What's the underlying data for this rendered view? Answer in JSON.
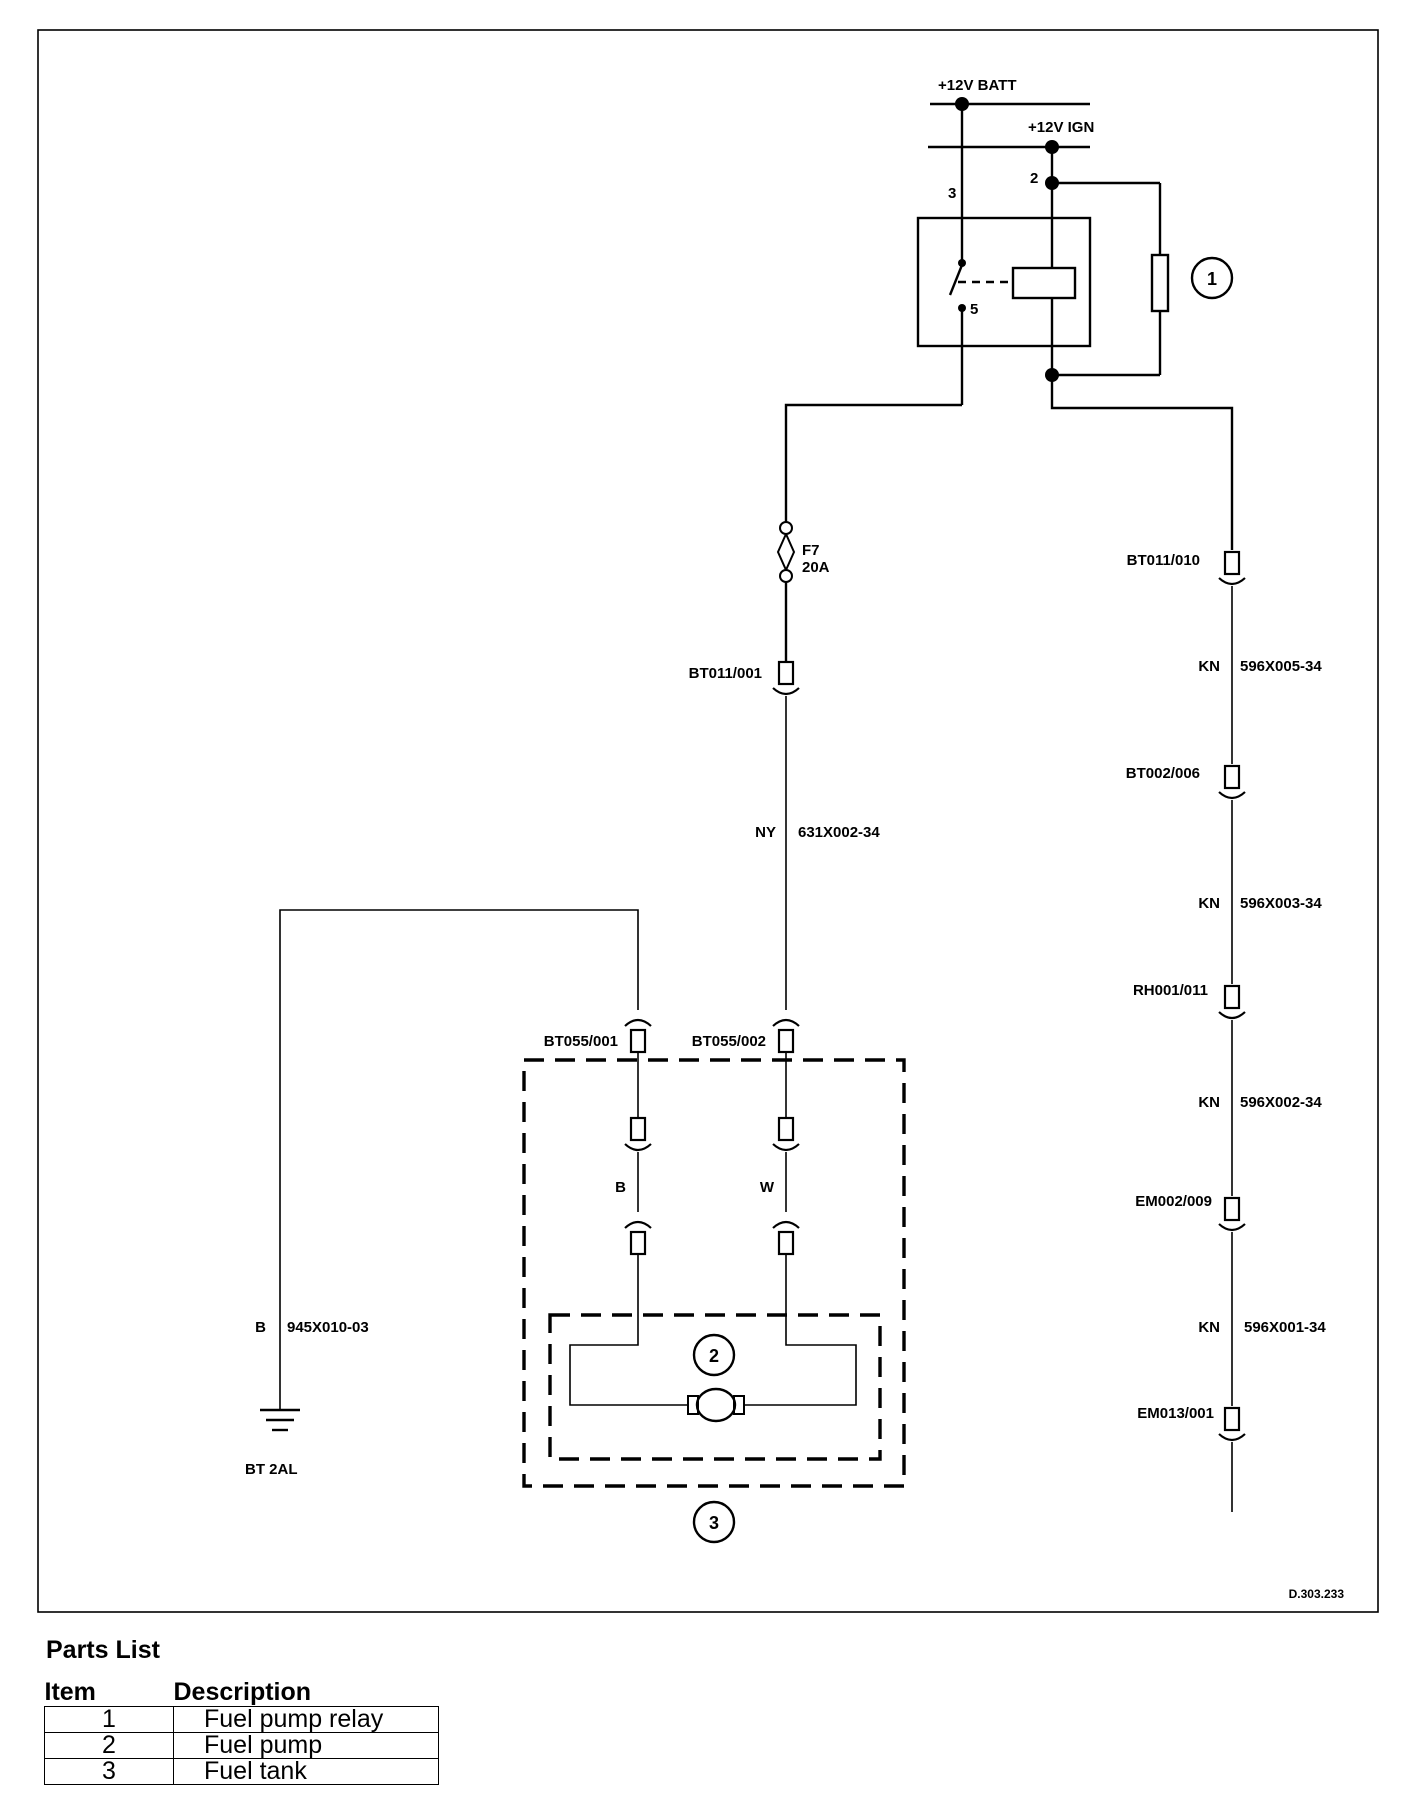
{
  "diagram": {
    "supply": {
      "batt": "+12V BATT",
      "ign": "+12V IGN"
    },
    "relay": {
      "pin3": "3",
      "pin2": "2",
      "pin5": "5",
      "callout": "1"
    },
    "fuse": {
      "name": "F7",
      "rating": "20A"
    },
    "connectors": {
      "bt011_001": "BT011/001",
      "bt055_001": "BT055/001",
      "bt055_002": "BT055/002",
      "bt011_010": "BT011/010",
      "bt002_006": "BT002/006",
      "rh001_011": "RH001/011",
      "em002_009": "EM002/009",
      "em013_001": "EM013/001"
    },
    "wires": {
      "feed": {
        "color": "NY",
        "code": "631X002-34"
      },
      "ground": {
        "color": "B",
        "code": "945X010-03"
      },
      "tank_black": {
        "color": "B"
      },
      "tank_white": {
        "color": "W"
      },
      "kn1": {
        "color": "KN",
        "code": "596X005-34"
      },
      "kn2": {
        "color": "KN",
        "code": "596X003-34"
      },
      "kn3": {
        "color": "KN",
        "code": "596X002-34"
      },
      "kn4": {
        "color": "KN",
        "code": "596X001-34"
      }
    },
    "ground_point": "BT 2AL",
    "pump_callout": "2",
    "tank_callout": "3",
    "drawing_ref": "D.303.233"
  },
  "parts_list": {
    "title": "Parts List",
    "headers": {
      "item": "Item",
      "description": "Description"
    },
    "rows": [
      {
        "item": "1",
        "description": "Fuel pump relay"
      },
      {
        "item": "2",
        "description": "Fuel pump"
      },
      {
        "item": "3",
        "description": "Fuel tank"
      }
    ]
  }
}
